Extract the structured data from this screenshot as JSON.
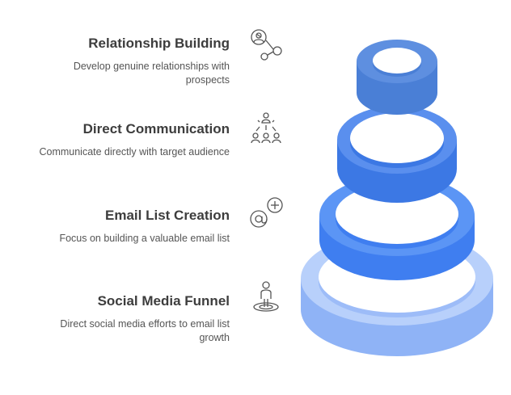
{
  "steps": [
    {
      "title": "Relationship Building",
      "desc_lines": [
        "Develop genuine relationships with",
        "prospects"
      ],
      "icon": "relationship-network-icon"
    },
    {
      "title": "Direct Communication",
      "desc_lines": [
        "Communicate directly with target audience"
      ],
      "icon": "audience-broadcast-icon"
    },
    {
      "title": "Email List Creation",
      "desc_lines": [
        "Focus on building a valuable email list"
      ],
      "icon": "email-add-icon"
    },
    {
      "title": "Social Media Funnel",
      "desc_lines": [
        "Direct social media efforts to email list",
        "growth"
      ],
      "icon": "person-funnel-icon"
    }
  ],
  "colors": {
    "ring_top": "#4a7fd6",
    "ring_second": "#3d7ce8",
    "ring_third": "#4b8af0",
    "ring_bottom": "#9bbdf9",
    "text_title": "#3d3d3d",
    "text_desc": "#555555",
    "icon_stroke": "#555555"
  }
}
